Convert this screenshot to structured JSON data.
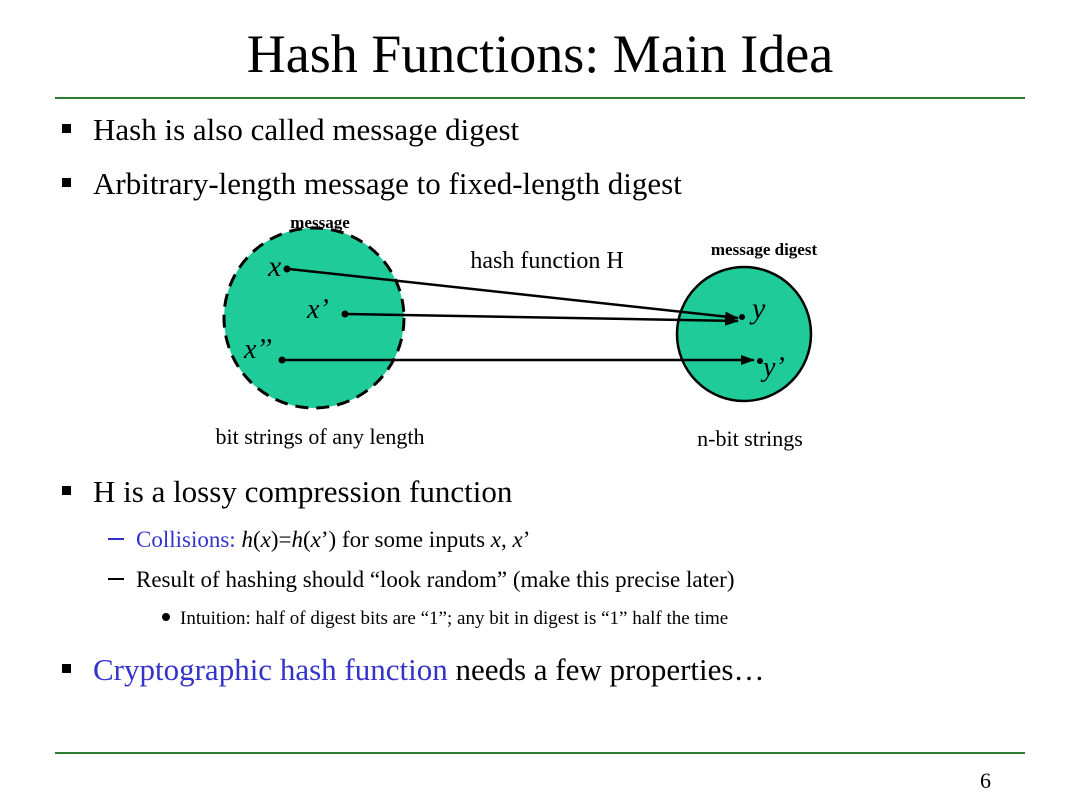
{
  "slide": {
    "title": "Hash Functions: Main Idea",
    "page_number": "6"
  },
  "bullets": {
    "b1": "Hash is also called message digest",
    "b2": "Arbitrary-length message to fixed-length digest",
    "b3": "H is a lossy compression function",
    "b3_sub1_term": "Collisions:",
    "b3_sub1_fn1": "h",
    "b3_sub1_p1": "(",
    "b3_sub1_x1": "x",
    "b3_sub1_p2": ")=",
    "b3_sub1_fn2": "h",
    "b3_sub1_p3": "(",
    "b3_sub1_x2": "x",
    "b3_sub1_p4": "’) for some inputs ",
    "b3_sub1_x3": "x",
    "b3_sub1_p5": ", ",
    "b3_sub1_x4": "x",
    "b3_sub1_p6": "’",
    "b3_sub2": "Result of hashing should “look random” (make this precise later)",
    "b3_sub2_sub1": "Intuition: half of digest bits are “1”; any bit in digest is “1” half the time",
    "b4_term": "Cryptographic hash function",
    "b4_rest": " needs a few properties…"
  },
  "diagram": {
    "domain_label": "message",
    "codomain_label": "message digest",
    "arrow_label": "hash function H",
    "domain_caption": "bit strings of any length",
    "codomain_caption": "n-bit strings",
    "input_x": "x",
    "input_x_prime": "x’",
    "input_x_double": "x’’",
    "output_y": "y",
    "output_y_prime": "y’",
    "fill_color": "#1fcc99",
    "accent_color": "#3333cc",
    "rule_color": "#2e7d32"
  }
}
